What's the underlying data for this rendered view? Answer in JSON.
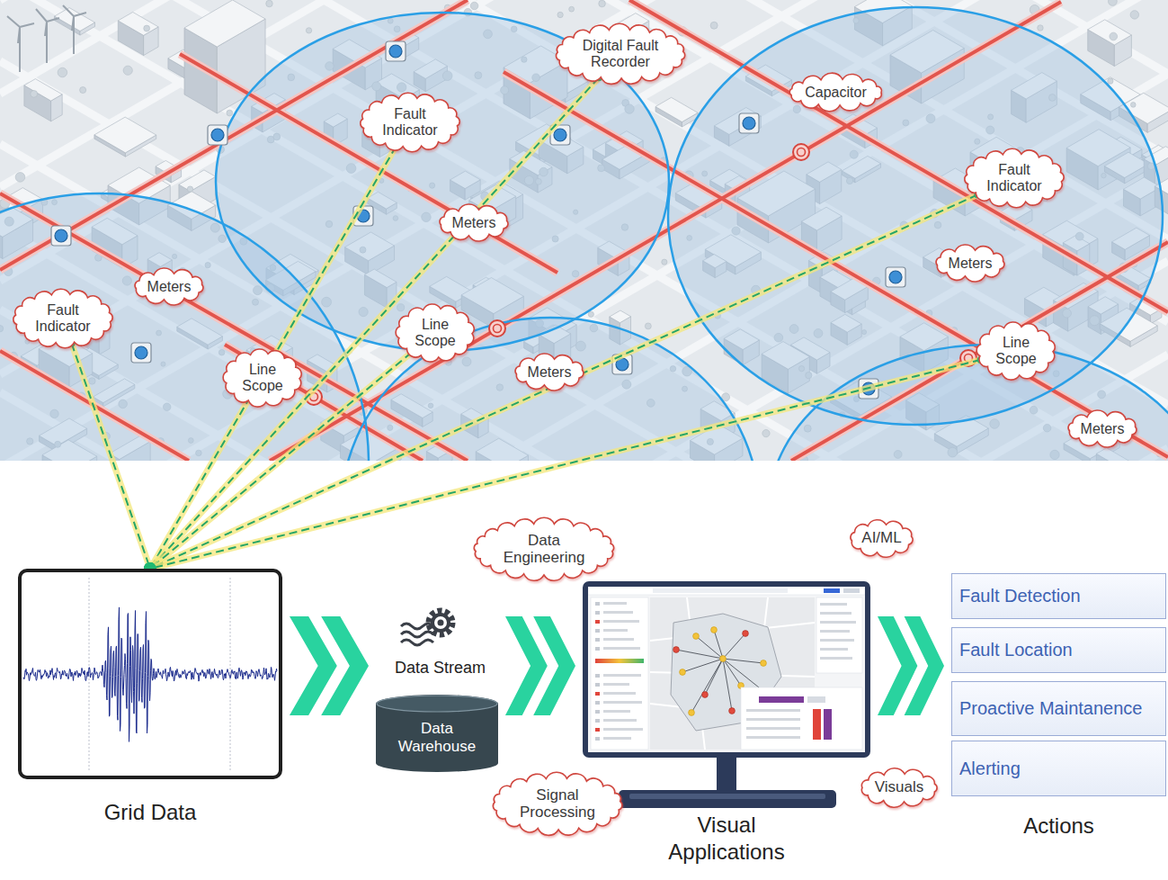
{
  "diagram": {
    "nodes": [
      {
        "text": [
          "Digital Fault Recorder"
        ]
      },
      {
        "text": [
          "Capacitor"
        ]
      },
      {
        "text": [
          "Fault Indicator"
        ]
      },
      {
        "text": [
          "Fault Indicator"
        ]
      },
      {
        "text": [
          "Meters"
        ]
      },
      {
        "text": [
          "Meters"
        ]
      },
      {
        "text": [
          "Meters"
        ]
      },
      {
        "text": [
          "Fault Indicator"
        ]
      },
      {
        "text": [
          "Line Scope"
        ]
      },
      {
        "text": [
          "Line Scope"
        ]
      },
      {
        "text": [
          "Meters"
        ]
      },
      {
        "text": [
          "Line Scope"
        ]
      },
      {
        "text": [
          "Meters"
        ]
      },
      {
        "text": [
          "Grid Data"
        ]
      },
      {
        "text": [
          "Data Warehouse"
        ]
      },
      {
        "text": [
          "Data Engineering"
        ]
      },
      {
        "text": [
          "AI/ML"
        ]
      },
      {
        "text": [
          "Visual Applications"
        ]
      },
      {
        "text": [
          "Signal Processing"
        ]
      },
      {
        "text": [
          "Visuals"
        ]
      },
      {
        "text": [
          "Actions"
        ]
      },
      {
        "text": [
          "Fault Detection"
        ],
        "in": 20
      },
      {
        "text": [
          "Fault Location"
        ],
        "in": 20
      },
      {
        "text": [
          "Proactive Maintanence"
        ],
        "in": 20
      },
      {
        "text": [
          "Alerting"
        ],
        "in": 20
      }
    ],
    "edges": [
      {
        "from": 7,
        "to": 13,
        "arrow": "none"
      },
      {
        "from": 2,
        "to": 13,
        "arrow": "none"
      },
      {
        "from": 0,
        "to": 13,
        "arrow": "none"
      },
      {
        "from": 8,
        "to": 13,
        "arrow": "none"
      },
      {
        "from": 3,
        "to": 13,
        "arrow": "none"
      },
      {
        "from": 9,
        "to": 13,
        "arrow": "none"
      },
      {
        "from": 13,
        "to": 14,
        "arrow": "to"
      },
      {
        "from": 14,
        "to": 17,
        "arrow": "to"
      },
      {
        "from": 17,
        "to": 20,
        "arrow": "to"
      }
    ],
    "labels": [
      "Data Stream"
    ]
  }
}
